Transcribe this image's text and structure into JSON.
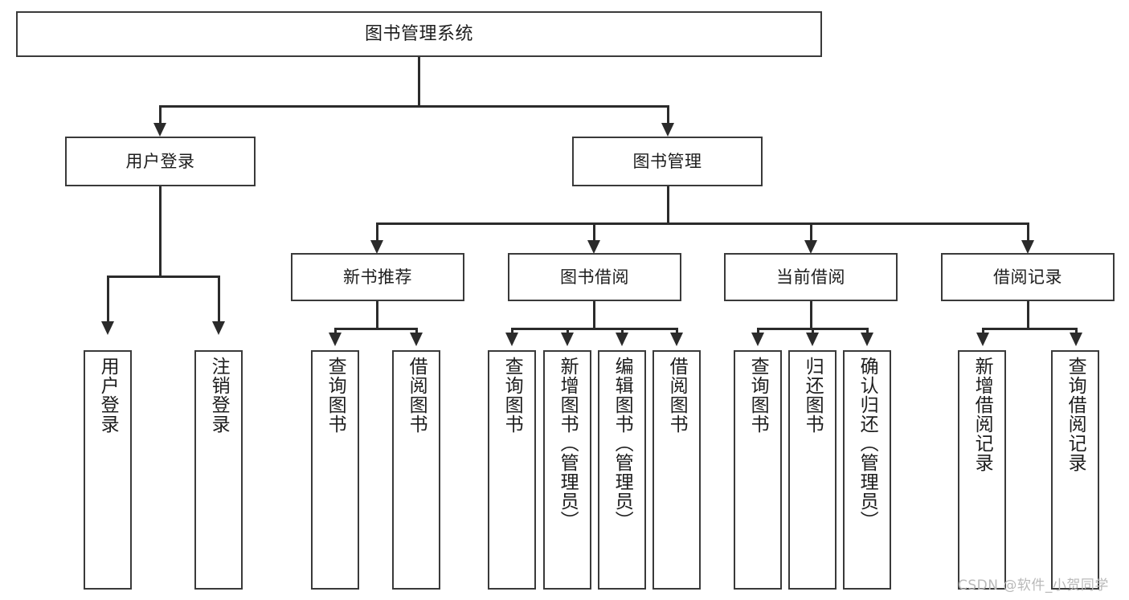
{
  "diagram": {
    "type": "tree-hierarchy",
    "title": "图书管理系统",
    "root": {
      "id": "root",
      "label": "图书管理系统",
      "orientation": "horizontal"
    },
    "level2": [
      {
        "id": "user-login",
        "label": "用户登录",
        "orientation": "horizontal"
      },
      {
        "id": "book-manage",
        "label": "图书管理",
        "orientation": "horizontal"
      }
    ],
    "level3": [
      {
        "id": "new-book-recommend",
        "label": "新书推荐",
        "orientation": "horizontal",
        "parent": "book-manage"
      },
      {
        "id": "book-borrow",
        "label": "图书借阅",
        "orientation": "horizontal",
        "parent": "book-manage"
      },
      {
        "id": "current-borrow",
        "label": "当前借阅",
        "orientation": "horizontal",
        "parent": "book-manage"
      },
      {
        "id": "borrow-record",
        "label": "借阅记录",
        "orientation": "horizontal",
        "parent": "book-manage"
      }
    ],
    "leaves": [
      {
        "id": "leaf-user-login",
        "label": "用户登录",
        "parent": "user-login"
      },
      {
        "id": "leaf-user-logout",
        "label": "注销登录",
        "parent": "user-login"
      },
      {
        "id": "leaf-query-book-1",
        "label": "查询图书",
        "parent": "new-book-recommend"
      },
      {
        "id": "leaf-borrow-book-1",
        "label": "借阅图书",
        "parent": "new-book-recommend"
      },
      {
        "id": "leaf-query-book-2",
        "label": "查询图书",
        "parent": "book-borrow"
      },
      {
        "id": "leaf-add-book",
        "label": "新增图书（管理员）",
        "parent": "book-borrow"
      },
      {
        "id": "leaf-edit-book",
        "label": "编辑图书（管理员）",
        "parent": "book-borrow"
      },
      {
        "id": "leaf-borrow-book-2",
        "label": "借阅图书",
        "parent": "book-borrow"
      },
      {
        "id": "leaf-query-book-3",
        "label": "查询图书",
        "parent": "current-borrow"
      },
      {
        "id": "leaf-return-book",
        "label": "归还图书",
        "parent": "current-borrow"
      },
      {
        "id": "leaf-confirm-return",
        "label": "确认归还（管理员）",
        "parent": "current-borrow"
      },
      {
        "id": "leaf-add-record",
        "label": "新增借阅记录",
        "parent": "borrow-record"
      },
      {
        "id": "leaf-query-record",
        "label": "查询借阅记录",
        "parent": "borrow-record"
      }
    ],
    "watermark": "CSDN @软件_小贺同学",
    "colors": {
      "border": "#3a3a3a",
      "line": "#2b2b2b",
      "text": "#1d1d1d",
      "background": "#ffffff",
      "watermark": "#b9b9b9"
    }
  }
}
